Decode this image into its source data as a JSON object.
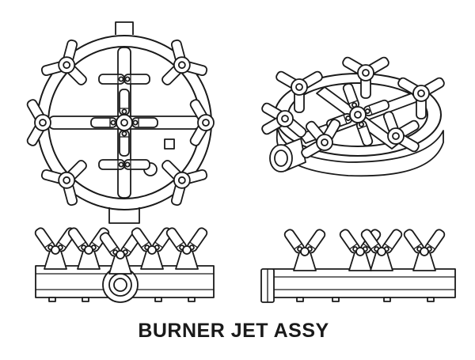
{
  "diagram": {
    "caption": "BURNER JET ASSY",
    "line_color": "#1a1a1a",
    "background": "#ffffff",
    "views": [
      {
        "name": "top-view"
      },
      {
        "name": "isometric-view"
      },
      {
        "name": "front-elevation-view"
      },
      {
        "name": "side-elevation-view"
      }
    ]
  }
}
